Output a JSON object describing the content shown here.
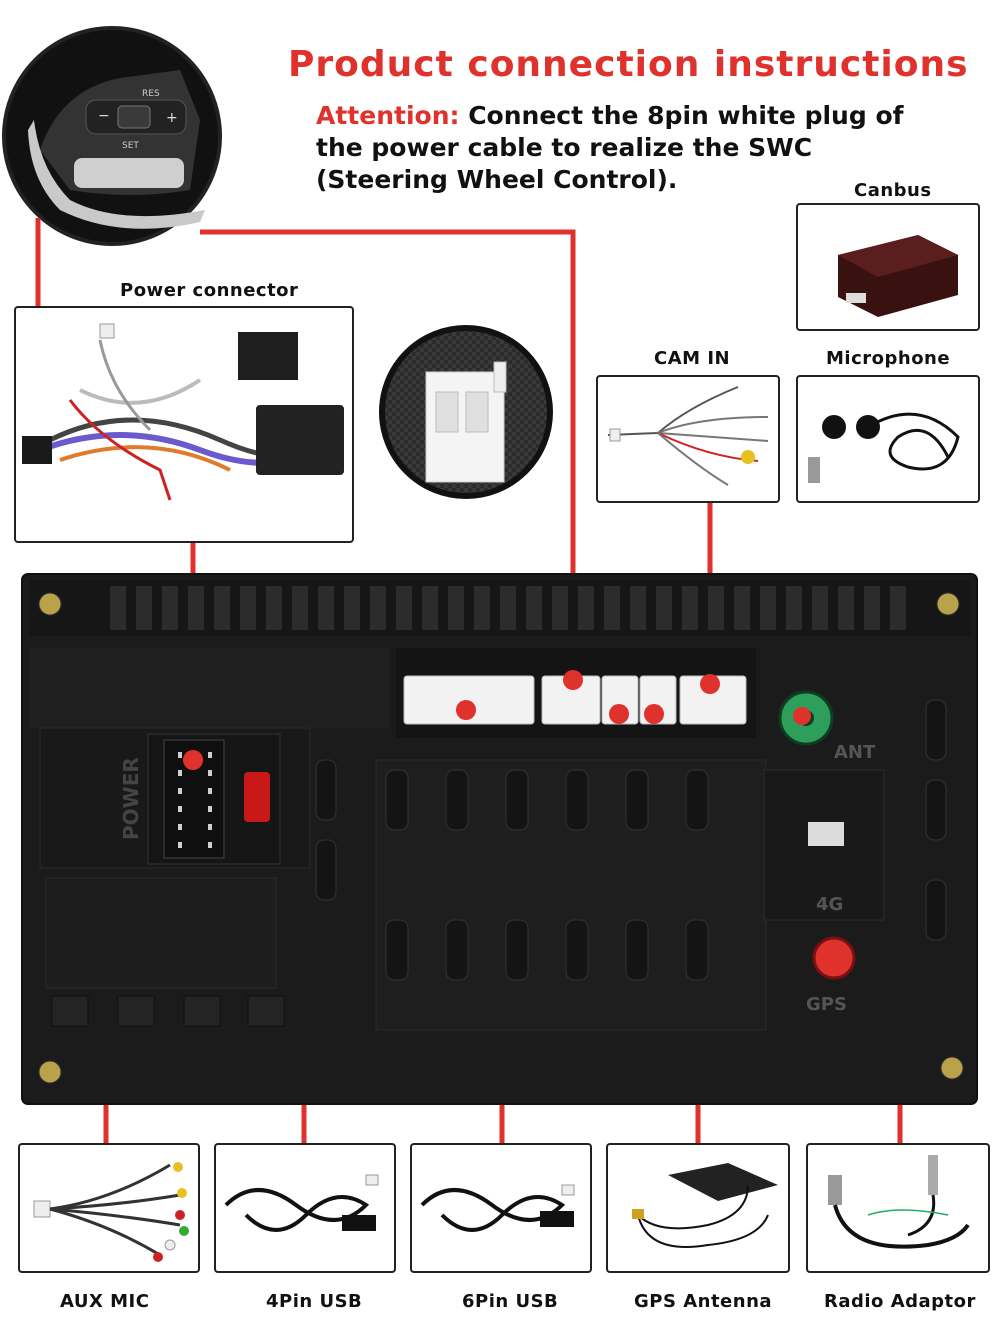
{
  "header": {
    "title": "Product connection instructions",
    "attention_prefix": "Attention:",
    "attention_text": " Connect the 8pin white plug of the power cable to realize the SWC (Steering Wheel Control)."
  },
  "labels": {
    "power_connector": "Power connector",
    "canbus": "Canbus",
    "cam_in": "CAM IN",
    "microphone": "Microphone",
    "aux_mic": "AUX MIC",
    "usb_4pin": "4Pin USB",
    "usb_6pin": "6Pin USB",
    "gps_antenna": "GPS Antenna",
    "radio_adaptor": "Radio Adaptor"
  },
  "unit_markings": {
    "power": "POWER",
    "ant": "ANT",
    "fourg": "4G",
    "gps": "GPS"
  },
  "wheel_buttons": {
    "res": "RES",
    "set": "SET"
  },
  "colors": {
    "accent": "#e0322c",
    "unit_body": "#1b1b1b",
    "connector_white": "#f2f2f2"
  }
}
